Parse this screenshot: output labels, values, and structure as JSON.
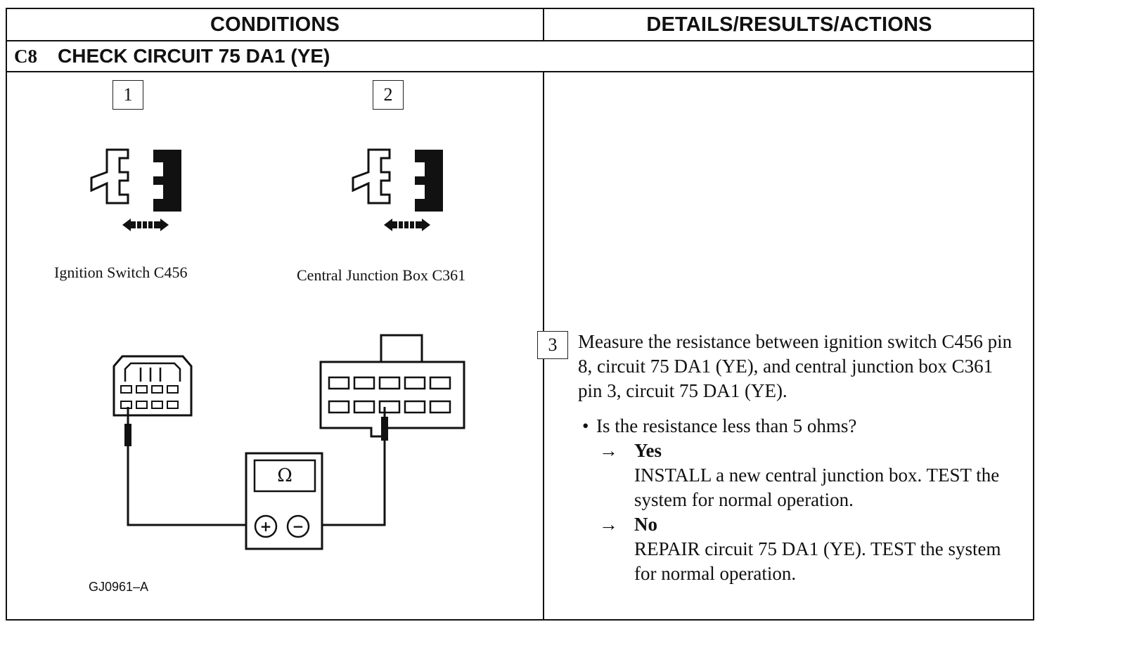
{
  "header": {
    "conditions": "CONDITIONS",
    "details": "DETAILS/RESULTS/ACTIONS"
  },
  "step": {
    "code": "C8",
    "title": "CHECK CIRCUIT 75 DA1 (YE)"
  },
  "figure": {
    "step1_number": "1",
    "step2_number": "2",
    "connector1_label": "Ignition Switch C456",
    "connector2_label": "Central Junction Box C361",
    "meter_symbol": "Ω",
    "plus_symbol": "+",
    "minus_symbol": "−",
    "figure_id": "GJ0961–A"
  },
  "actions": {
    "step_number": "3",
    "instruction": "Measure the resistance between ignition switch C456 pin 8, circuit 75 DA1 (YE), and central junction box C361 pin 3, circuit 75 DA1 (YE).",
    "bullet": "•",
    "question": "Is the resistance less than 5 ohms?",
    "arrow_symbol": "→",
    "yes_label": "Yes",
    "yes_text": "INSTALL a new central junction box. TEST the system for normal operation.",
    "no_label": "No",
    "no_text": "REPAIR circuit 75 DA1 (YE). TEST the system for normal operation."
  }
}
